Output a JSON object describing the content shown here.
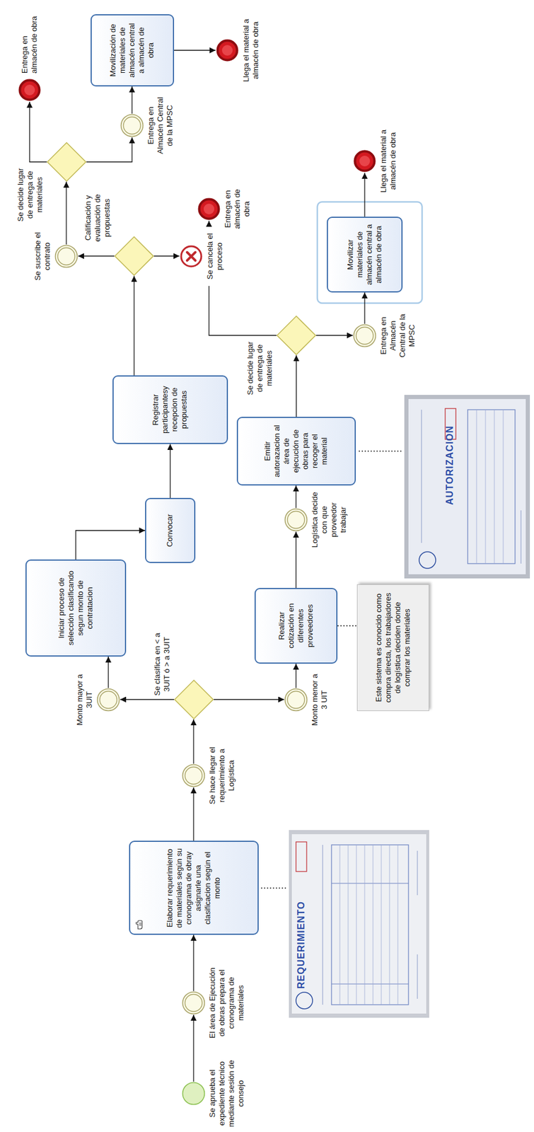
{
  "diagram": {
    "nodes": [
      {
        "text": [
          "Se aprueba el expediente técnico mediante sesión de consejo"
        ]
      },
      {
        "text": [
          "El área de Ejecución de obras prepara el cronograma de materiales"
        ]
      },
      {
        "text": [
          "Elaborar requerimiento de materiales según su cronograma de obray asignarle una clasificacion según el monto"
        ]
      },
      {
        "text": [
          "Se hace llegar el requerimiento a Logística"
        ]
      },
      {
        "text": [
          "Se clasifica en < a 3UIT ó > a 3UIT"
        ]
      },
      {
        "text": [
          "Monto mayor a 3UIT"
        ]
      },
      {
        "text": [
          "Iniciar proceso de selección clasificando segun monto de contratacion"
        ]
      },
      {
        "text": [
          "Convocar"
        ]
      },
      {
        "text": [
          "Registrar participantesy recepcion de propuestas"
        ]
      },
      {
        "text": [
          "Calificación y evaluación de propuestas"
        ]
      },
      {
        "text": [
          "Se suscribe el contrato"
        ]
      },
      {
        "text": [
          "Se cancela el proceso"
        ]
      },
      {
        "text": [
          "Se decide lugar de entrega de materiales"
        ]
      },
      {
        "text": [
          "Entrega en almacén de obra"
        ]
      },
      {
        "text": [
          "Entrega en Almacén Central de la MPSC"
        ]
      },
      {
        "text": [
          "Movilización de materiales de almacén central a almacén de obra"
        ]
      },
      {
        "text": [
          "Llega el material a almacén de obra"
        ]
      },
      {
        "text": [
          "Monto menor a 3 UIT"
        ]
      },
      {
        "text": [
          "Realizar cotización en diferentes proveedores"
        ]
      },
      {
        "text": [
          "Este sistema es conocido como compra directa, los trabajadores de logística deciden donde comprar los materiales"
        ]
      },
      {
        "text": [
          "Logística decide con que proveedor trabajar"
        ]
      },
      {
        "text": [
          "Emitir autorazacion al área de ejecución de obras para recoger el material"
        ]
      },
      {
        "text": [
          "Se decide lugar de entrega de materiales"
        ]
      },
      {
        "text": [
          "Entrega en almacén de obra"
        ]
      },
      {
        "text": [
          "Entrega en Almacén Central de la MPSC"
        ]
      },
      {
        "text": [
          "Movilizar materiales de almacén central a almacén de obra"
        ]
      },
      {
        "text": [
          "Llega el material a almacén de obra"
        ]
      }
    ],
    "edges": [
      {
        "from": 0,
        "to": 1,
        "arrow": "to"
      },
      {
        "from": 1,
        "to": 2,
        "arrow": "to"
      },
      {
        "from": 2,
        "to": 3,
        "arrow": "to"
      },
      {
        "from": 3,
        "to": 4,
        "arrow": "to"
      },
      {
        "from": 4,
        "to": 5,
        "arrow": "to"
      },
      {
        "from": 4,
        "to": 17,
        "arrow": "to"
      },
      {
        "from": 5,
        "to": 6,
        "arrow": "to"
      },
      {
        "from": 6,
        "to": 7,
        "arrow": "to"
      },
      {
        "from": 7,
        "to": 8,
        "arrow": "to"
      },
      {
        "from": 8,
        "to": 9,
        "arrow": "to"
      },
      {
        "from": 9,
        "to": 10,
        "arrow": "to"
      },
      {
        "from": 9,
        "to": 11,
        "arrow": "to"
      },
      {
        "from": 10,
        "to": 12,
        "arrow": "to"
      },
      {
        "from": 12,
        "to": 13,
        "arrow": "to"
      },
      {
        "from": 12,
        "to": 14,
        "arrow": "to"
      },
      {
        "from": 14,
        "to": 15,
        "arrow": "to"
      },
      {
        "from": 15,
        "to": 16,
        "arrow": "to"
      },
      {
        "from": 17,
        "to": 18,
        "arrow": "to"
      },
      {
        "from": 18,
        "to": 19,
        "arrow": "none"
      },
      {
        "from": 18,
        "to": 20,
        "arrow": "to"
      },
      {
        "from": 20,
        "to": 21,
        "arrow": "to"
      },
      {
        "from": 21,
        "to": 22,
        "arrow": "to"
      },
      {
        "from": 22,
        "to": 23,
        "arrow": "to"
      },
      {
        "from": 22,
        "to": 24,
        "arrow": "to"
      },
      {
        "from": 24,
        "to": 25,
        "arrow": "to"
      },
      {
        "from": 25,
        "to": 26,
        "arrow": "to"
      }
    ],
    "labels": [
      "REQUERIMIENTO",
      "AUTORIZACION"
    ]
  }
}
